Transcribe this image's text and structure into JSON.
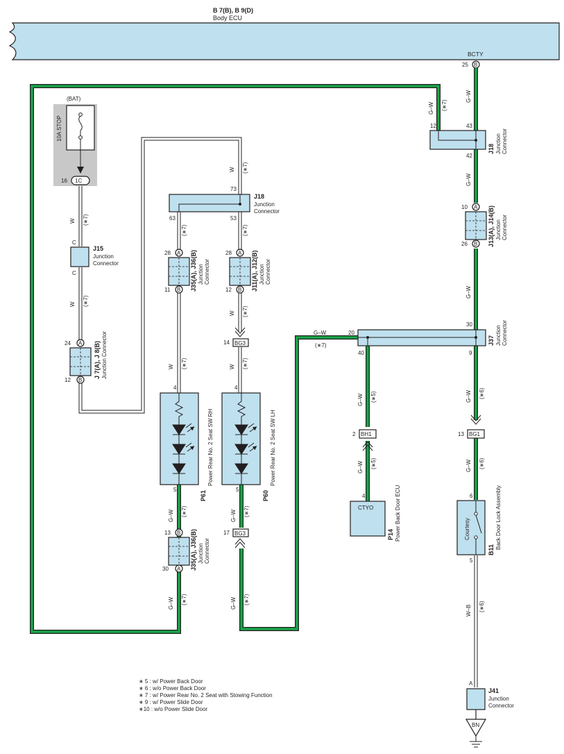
{
  "ecu": {
    "code": "B 7(B), B 9(D)",
    "name": "Body ECU",
    "terminal": "BCTY",
    "pin": "25",
    "pin_letter": "B"
  },
  "fuse": {
    "source": "(BAT)",
    "name": "10A STOP",
    "pin": "16",
    "connector": "1C"
  },
  "wire_labels": {
    "w": "W",
    "gw": "G–W",
    "wb": "W–B",
    "n5": "(∗5)",
    "n6": "(∗6)",
    "n7": "(∗7)"
  },
  "j15": {
    "code": "J15",
    "line1": "Junction",
    "line2": "Connector",
    "pin_top": "C",
    "pin_bot": "C"
  },
  "j7": {
    "code": "J 7(A), J 8(B)",
    "name": "Junction Connector",
    "pin_top": "24",
    "pin_bot": "12",
    "letter_top": "A",
    "letter_bot": "B"
  },
  "j18_mid": {
    "code": "J18",
    "line1": "Junction",
    "line2": "Connector",
    "pin_top": "73",
    "pin_l": "63",
    "pin_r": "53"
  },
  "j35_top": {
    "code": "J35(A), J36(B)",
    "line1": "Junction",
    "line2": "Connector",
    "pin_top": "28",
    "pin_bot": "11",
    "letter_top": "A",
    "letter_bot": "B"
  },
  "j11": {
    "code": "J11(A), J12(B)",
    "line1": "Junction",
    "line2": "Connector",
    "pin_top": "28",
    "pin_bot": "12",
    "letter_top": "A",
    "letter_bot": "B"
  },
  "bg3_top": {
    "pin": "14",
    "name": "BG3"
  },
  "p61": {
    "code": "P61",
    "name": "Power Rear No. 2 Seat SW RH",
    "pin_top": "4",
    "pin_bot": "5"
  },
  "p60": {
    "code": "P60",
    "name": "Power Rear No. 2 Seat SW LH",
    "pin_top": "4",
    "pin_bot": "5"
  },
  "j35_bot": {
    "code": "J35(A), J36(B)",
    "line1": "Junction",
    "line2": "Connector",
    "pin_top": "13",
    "pin_bot": "30",
    "letter_top": "B",
    "letter_bot": "A"
  },
  "bg3_bot": {
    "pin": "17",
    "name": "BG3"
  },
  "j18_right": {
    "code": "J18",
    "line1": "Junction",
    "line2": "Connector",
    "pin_l": "12",
    "pin_top": "43",
    "pin_bot": "42"
  },
  "j13": {
    "code": "J13(A), J14(B)",
    "line1": "Junction",
    "line2": "Connector",
    "pin_top": "10",
    "pin_bot": "26",
    "letter_top": "A",
    "letter_bot": "B"
  },
  "j37": {
    "code": "J37",
    "line1": "Junction",
    "line2": "Connector",
    "pin_l": "20",
    "pin_r": "30",
    "pin_bl": "40",
    "pin_br": "9"
  },
  "bh1": {
    "pin": "2",
    "name": "BH1"
  },
  "p14": {
    "code": "P14",
    "name": "Power Back Door ECU",
    "terminal": "CTYO",
    "pin": "4"
  },
  "bg1": {
    "pin": "13",
    "name": "BG1"
  },
  "b11": {
    "code": "B11",
    "name": "Back Door Lock Assembly",
    "switch": "Courtesy",
    "pin_top": "6",
    "pin_bot": "5"
  },
  "j41": {
    "code": "J41",
    "line1": "Junction",
    "line2": "Connector",
    "pin": "A"
  },
  "ground": {
    "name": "BN"
  },
  "notes": [
    "∗ 5 : w/ Power Back Door",
    "∗ 6 : w/o Power Back Door",
    "∗ 7 : w/ Power Rear No. 2 Seat with Stowing Function",
    "∗ 9 : w/ Power Slide Door",
    "∗10 : w/o Power Slide Door"
  ],
  "colors": {
    "green": "#1aa64a",
    "light_blue": "#bfe0ee",
    "line": "#231f20",
    "fuse_bg": "#c8c8c8"
  }
}
